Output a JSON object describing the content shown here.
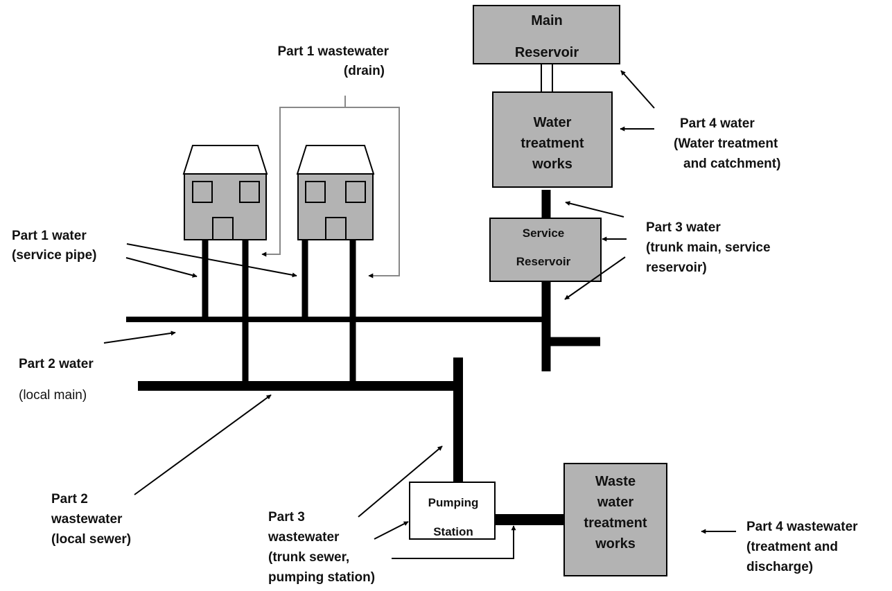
{
  "boxes": {
    "main_reservoir": [
      "Main",
      "Reservoir"
    ],
    "water_treatment": [
      "Water",
      "treatment",
      "works"
    ],
    "service_reservoir": [
      "Service",
      "Reservoir"
    ],
    "pumping_station": [
      "Pumping",
      "Station"
    ],
    "waste_treatment": [
      "Waste",
      "water",
      "treatment",
      "works"
    ]
  },
  "labels": {
    "part1_wastewater": [
      "Part 1 wastewater",
      "(drain)"
    ],
    "part1_water": [
      "Part 1 water",
      "(service pipe)"
    ],
    "part2_water": [
      "Part 2 water",
      "(local main)"
    ],
    "part2_wastewater": [
      "Part 2",
      "wastewater",
      "(local sewer)"
    ],
    "part3_wastewater": [
      "Part 3",
      "wastewater",
      "(trunk sewer,",
      "pumping station)"
    ],
    "part3_water": [
      "Part 3 water",
      "(trunk main, service",
      "reservoir)"
    ],
    "part4_water": [
      "Part 4 water",
      "(Water treatment",
      "and catchment)"
    ],
    "part4_wastewater": [
      "Part 4 wastewater",
      "(treatment and",
      "discharge)"
    ]
  },
  "colors": {
    "box_fill": "#b3b3b3",
    "pipe": "#000000",
    "drain": "#888888",
    "background": "#ffffff"
  }
}
